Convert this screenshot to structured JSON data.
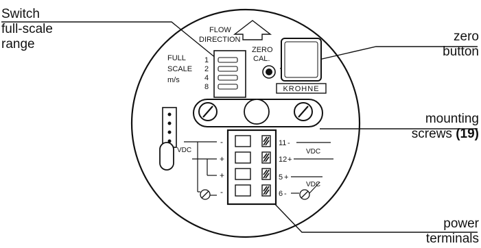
{
  "callouts": {
    "switch_line1": "Switch",
    "switch_line2": "full-scale",
    "switch_line3": "range",
    "zero_line1": "zero",
    "zero_line2": "button",
    "mounting_line1": "mounting",
    "mounting_line2_text": "screws",
    "mounting_line2_ref": "(19)",
    "power_line1": "power",
    "power_line2": "terminals"
  },
  "device": {
    "flow_direction_line1": "FLOW",
    "flow_direction_line2": "DIRECTION",
    "full_scale_line1": "FULL",
    "full_scale_line2": "SCALE",
    "full_scale_unit": "m/s",
    "switch_values": [
      "1",
      "2",
      "4",
      "8"
    ],
    "zero_cal_line1": "ZERO",
    "zero_cal_line2": "CAL.",
    "brand": "KROHNE",
    "left_vdc": "VDC",
    "terminal_left_signs": [
      "-",
      "+",
      "+",
      "-"
    ],
    "terminal_numbers": [
      "11",
      "12",
      "5",
      "6"
    ],
    "terminal_right_signs": [
      "-",
      "+",
      "+",
      "-"
    ],
    "right_vdc_top": "VDC",
    "right_vdc_bottom": "VDC"
  }
}
